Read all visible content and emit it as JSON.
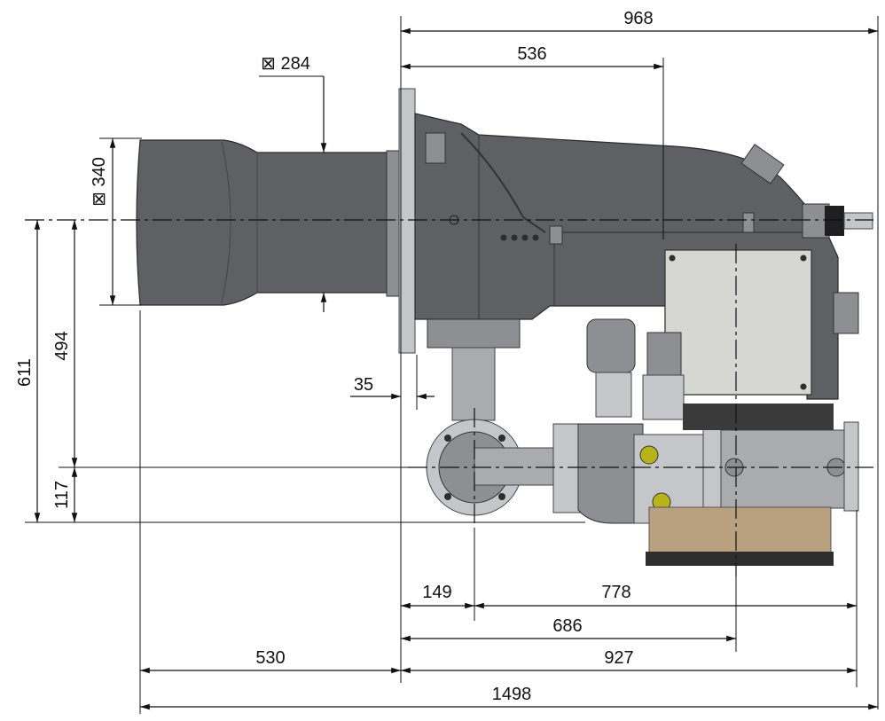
{
  "diagram": {
    "dimensions": {
      "top_total": "968",
      "top_partial": "536",
      "blast_tube_dia": "⊠ 284",
      "head_dia": "⊠ 340",
      "height_total": "611",
      "height_axis": "494",
      "height_gas_axis": "117",
      "flange_offset": "35",
      "gas_axis_offset": "149",
      "right_span": "778",
      "mid_span": "686",
      "length_rear": "530",
      "length_body": "927",
      "length_total": "1498"
    },
    "colors": {
      "housing": "#5f6063",
      "pipework": "#a9abaf",
      "cover_plate": "#d6d6d3",
      "base_block": "#b9a07e",
      "valve_port": "#b7b31a"
    }
  }
}
